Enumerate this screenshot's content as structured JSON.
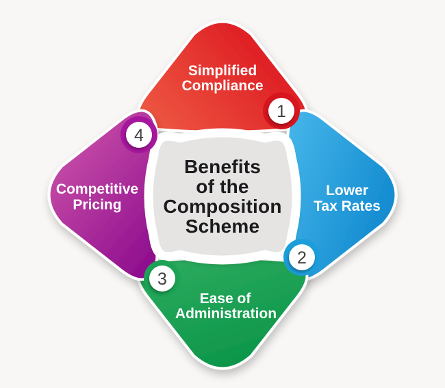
{
  "title": {
    "lines": [
      "Benefits",
      "of the",
      "Composition",
      "Scheme"
    ]
  },
  "petals": [
    {
      "name": "simplified-compliance",
      "lines": [
        "Simplified",
        "Compliance"
      ],
      "badge": "1",
      "color_light": "#ee5a43",
      "color_dark": "#dc141f",
      "ring_color": "#d6151e"
    },
    {
      "name": "lower-tax-rates",
      "lines": [
        "Lower",
        "Tax Rates"
      ],
      "badge": "2",
      "color_light": "#44b5e9",
      "color_dark": "#0d86cd",
      "ring_color": "#1c9eda"
    },
    {
      "name": "ease-of-administration",
      "lines": [
        "Ease of",
        "Administration"
      ],
      "badge": "3",
      "color_light": "#2cab5e",
      "color_dark": "#0a9448",
      "ring_color": "#1da355"
    },
    {
      "name": "competitive-pricing",
      "lines": [
        "Competitive",
        "Pricing"
      ],
      "badge": "4",
      "color_light": "#ca51a9",
      "color_dark": "#91108f",
      "ring_color": "#a6179e"
    }
  ],
  "colors": {
    "background": "#f8f7f5",
    "center_fill": "#e5e4e3",
    "border_white": "#ffffff",
    "title_text": "#1b1b1d",
    "label_text": "#ffffff",
    "badge_bg": "#ffffff",
    "badge_text": "#414141"
  }
}
